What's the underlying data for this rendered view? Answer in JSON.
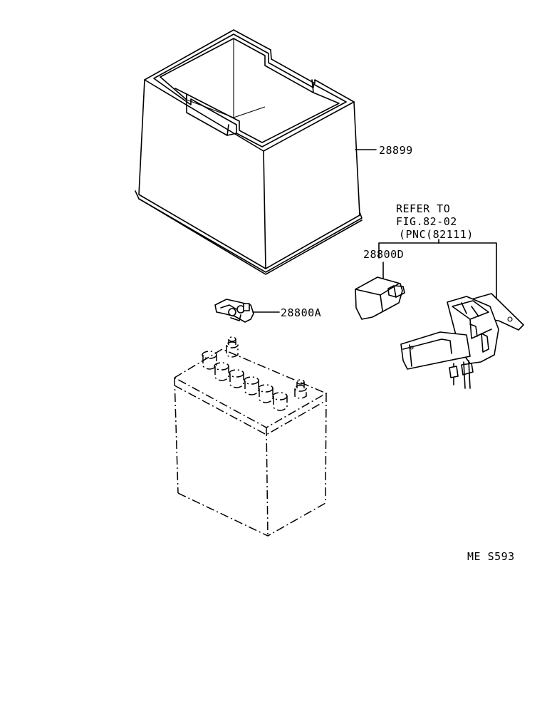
{
  "parts": {
    "battery_tray": {
      "part_no": "28899"
    },
    "battery_clamp": {
      "part_no": "28800A"
    },
    "relay": {
      "part_no": "28800D"
    }
  },
  "reference": {
    "line1": "REFER TO",
    "line2": "FIG.82-02",
    "line3": "(PNC(82111)"
  },
  "figure_code": "ME  S593"
}
